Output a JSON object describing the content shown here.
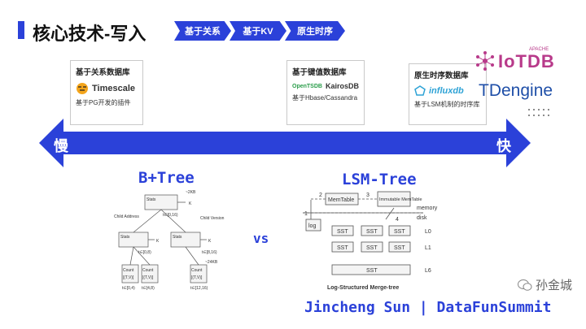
{
  "title": "核心技术-写入",
  "tags": [
    "基于关系",
    "基于KV",
    "原生时序"
  ],
  "cards": {
    "relational": {
      "heading": "基于关系数据库",
      "logo_text": "Timescale",
      "footer": "基于PG开发的插件"
    },
    "kv": {
      "heading": "基于键值数据库",
      "logo_left": "OpenTSDB",
      "logo_right": "KairosDB",
      "footer": "基于Hbase/Cassandra"
    },
    "native": {
      "heading": "原生时序数据库",
      "logo_text": "influxdb",
      "footer": "基于LSM机制的时序库"
    }
  },
  "brands": {
    "iotdb_small": "APACHE",
    "iotdb": "IoTDB",
    "tdengine": "TDengine"
  },
  "speed": {
    "slow": "慢",
    "fast": "快"
  },
  "btree": {
    "title": "B+Tree",
    "labels": {
      "size_top": "~2KB",
      "child_address": "Child Address",
      "child_version": "Child Version",
      "stats": "Stats",
      "k": "K",
      "range_a": "t∈[0,16)",
      "range_b": "t∈[0,8)",
      "range_c": "t∈[8,16)",
      "size_leaf": "~24KB",
      "count": "Count",
      "tv": "[(T,V)]",
      "leaf_a": "t∈[0,4)",
      "leaf_b": "t∈[4,8)",
      "leaf_c": "t∈[12,16)"
    }
  },
  "vs": "vs",
  "lsm": {
    "title": "LSM-Tree",
    "step2": "2",
    "step3": "3",
    "step4": "4",
    "step1": "1",
    "memtable": "MemTable",
    "immutable": "Immutable MemTable",
    "memory": "memory",
    "disk": "disk",
    "log": "log",
    "sst": "SST",
    "levels": [
      "L0",
      "L1",
      "L6"
    ],
    "caption": "Log-Structured Merge-tree"
  },
  "credit": "Jincheng Sun | DataFunSummit",
  "watermark": "孙金城",
  "colors": {
    "accent": "#2b41d9",
    "iotdb": "#b83a8a",
    "tdengine": "#1f4fa8"
  }
}
